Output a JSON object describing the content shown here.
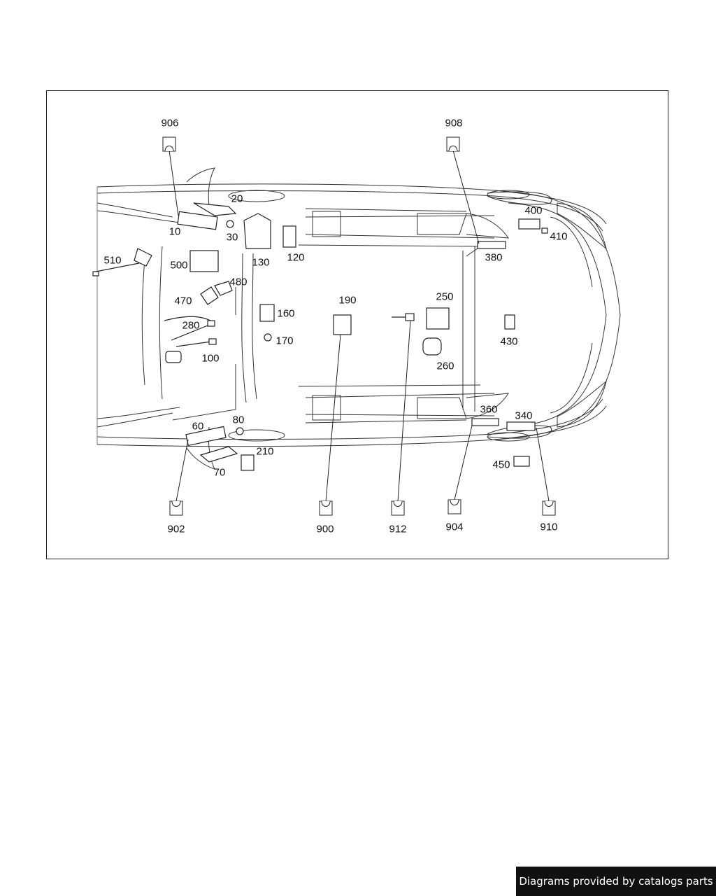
{
  "diagram": {
    "parts": [
      {
        "id": "p10",
        "label": "10"
      },
      {
        "id": "p20",
        "label": "20"
      },
      {
        "id": "p30",
        "label": "30"
      },
      {
        "id": "p60",
        "label": "60"
      },
      {
        "id": "p70",
        "label": "70"
      },
      {
        "id": "p80",
        "label": "80"
      },
      {
        "id": "p100",
        "label": "100"
      },
      {
        "id": "p120",
        "label": "120"
      },
      {
        "id": "p130",
        "label": "130"
      },
      {
        "id": "p160",
        "label": "160"
      },
      {
        "id": "p170",
        "label": "170"
      },
      {
        "id": "p190",
        "label": "190"
      },
      {
        "id": "p210",
        "label": "210"
      },
      {
        "id": "p250",
        "label": "250"
      },
      {
        "id": "p260",
        "label": "260"
      },
      {
        "id": "p280",
        "label": "280"
      },
      {
        "id": "p340",
        "label": "340"
      },
      {
        "id": "p360",
        "label": "360"
      },
      {
        "id": "p380",
        "label": "380"
      },
      {
        "id": "p400",
        "label": "400"
      },
      {
        "id": "p410",
        "label": "410"
      },
      {
        "id": "p430",
        "label": "430"
      },
      {
        "id": "p450",
        "label": "450"
      },
      {
        "id": "p470",
        "label": "470"
      },
      {
        "id": "p480",
        "label": "480"
      },
      {
        "id": "p500",
        "label": "500"
      },
      {
        "id": "p510",
        "label": "510"
      }
    ],
    "connectors": [
      {
        "id": "c906",
        "label": "906"
      },
      {
        "id": "c908",
        "label": "908"
      },
      {
        "id": "c902",
        "label": "902"
      },
      {
        "id": "c900",
        "label": "900"
      },
      {
        "id": "c912",
        "label": "912"
      },
      {
        "id": "c904",
        "label": "904"
      },
      {
        "id": "c910",
        "label": "910"
      }
    ]
  },
  "footer": {
    "credit": "Diagrams provided by catalogs parts"
  }
}
